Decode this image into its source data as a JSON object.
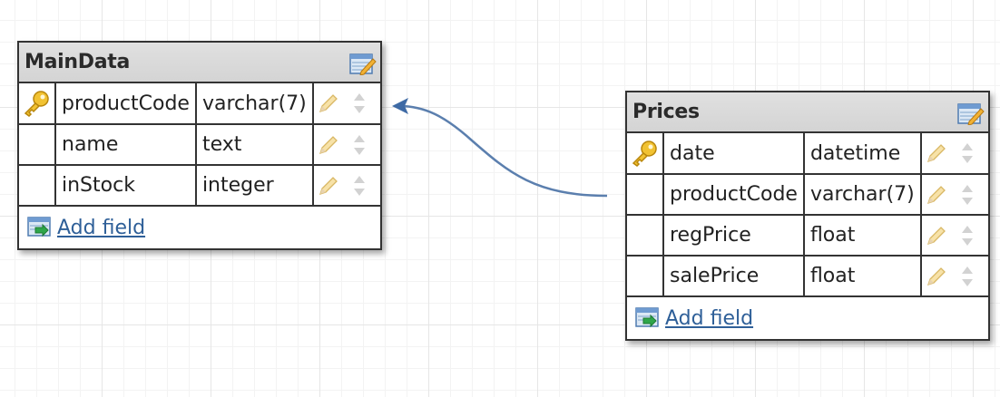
{
  "tables": [
    {
      "title": "MainData",
      "add_field_label": "Add field",
      "fields": [
        {
          "name": "productCode",
          "type": "varchar(7)",
          "is_key": true
        },
        {
          "name": "name",
          "type": "text",
          "is_key": false
        },
        {
          "name": "inStock",
          "type": "integer",
          "is_key": false
        }
      ]
    },
    {
      "title": "Prices",
      "add_field_label": "Add field",
      "fields": [
        {
          "name": "date",
          "type": "datetime",
          "is_key": true
        },
        {
          "name": "productCode",
          "type": "varchar(7)",
          "is_key": false
        },
        {
          "name": "regPrice",
          "type": "float",
          "is_key": false
        },
        {
          "name": "salePrice",
          "type": "float",
          "is_key": false
        }
      ]
    }
  ],
  "icons": {
    "key": "key-icon",
    "edit_field": "pencil-icon",
    "reorder": "up-down-arrows-icon",
    "edit_table": "edit-table-icon",
    "add_field": "add-field-icon"
  },
  "colors": {
    "link": "#2e5f98",
    "relation_line": "#5b7fae",
    "header_bg": "#d8d8d8"
  }
}
